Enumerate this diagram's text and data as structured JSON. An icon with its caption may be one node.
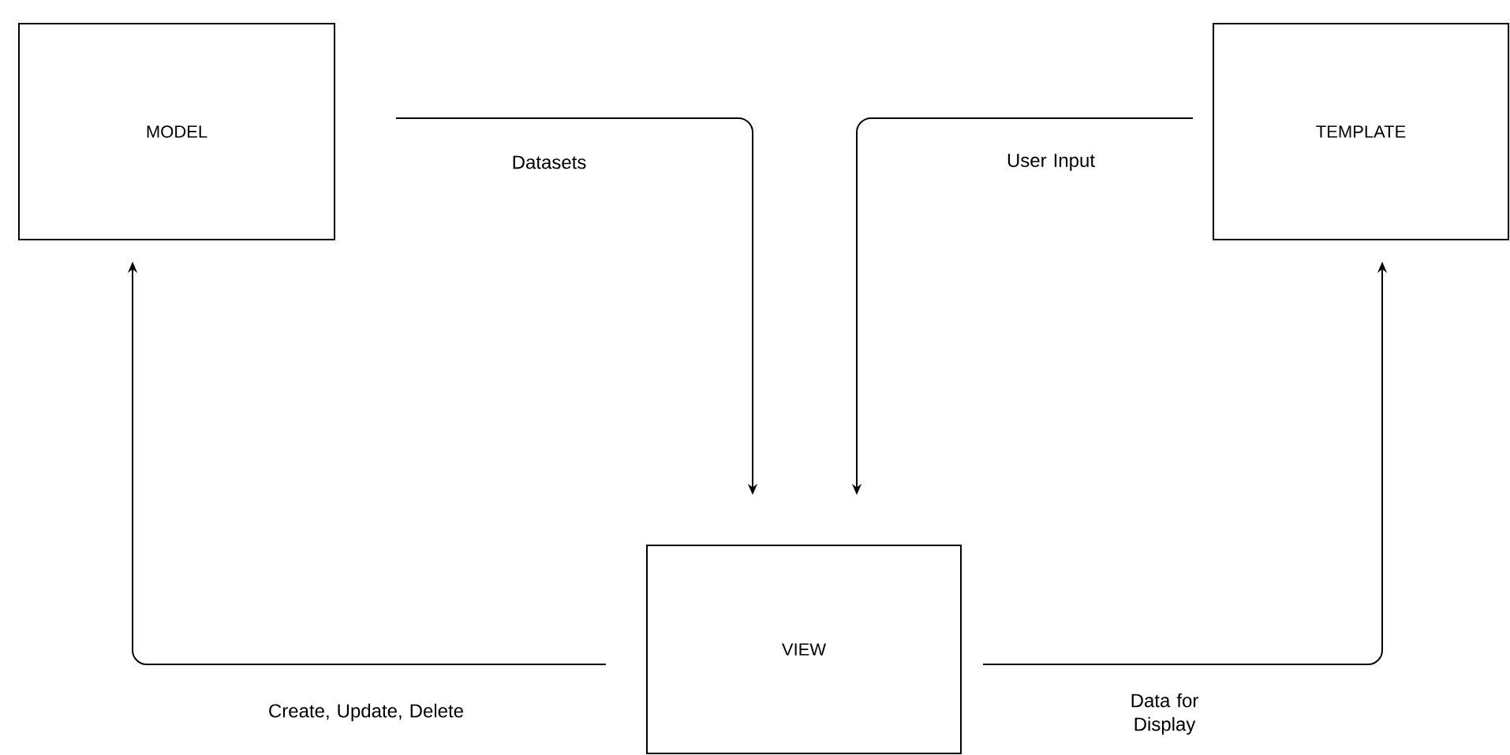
{
  "diagram": {
    "nodes": [
      {
        "text": [
          "MODEL"
        ]
      },
      {
        "text": [
          "TEMPLATE"
        ]
      },
      {
        "text": [
          "VIEW"
        ]
      }
    ],
    "edges": [
      {
        "from": 0,
        "to": 2,
        "arrow": "to",
        "label": "Datasets"
      },
      {
        "from": 1,
        "to": 2,
        "arrow": "to",
        "label": "User Input"
      },
      {
        "from": 2,
        "to": 0,
        "arrow": "to",
        "label": "Create,  Update, Delete"
      },
      {
        "from": 2,
        "to": 1,
        "arrow": "to",
        "label": "Data for Display"
      }
    ]
  }
}
